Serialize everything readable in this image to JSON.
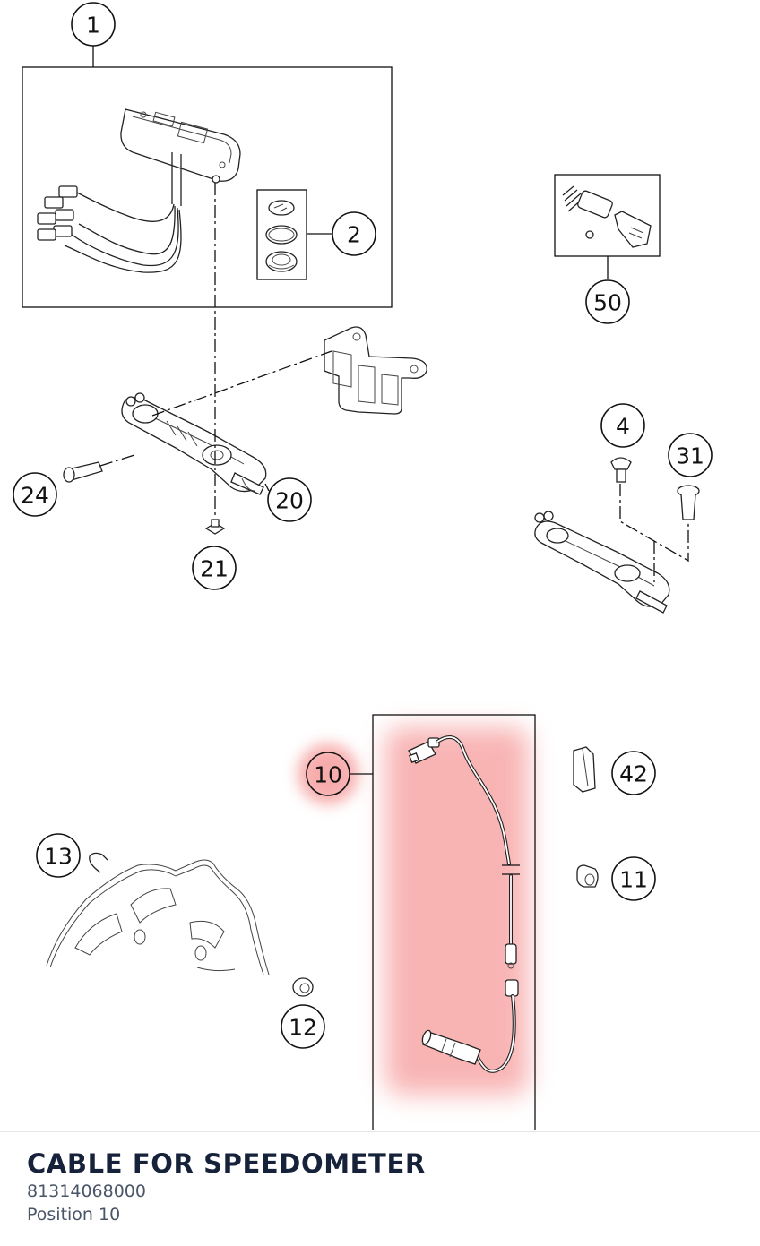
{
  "diagram": {
    "highlight_color": "#f26a6a",
    "callouts": [
      {
        "id": "c1",
        "label": "1"
      },
      {
        "id": "c2",
        "label": "2"
      },
      {
        "id": "c50",
        "label": "50"
      },
      {
        "id": "c4",
        "label": "4"
      },
      {
        "id": "c31",
        "label": "31"
      },
      {
        "id": "c24",
        "label": "24"
      },
      {
        "id": "c20",
        "label": "20"
      },
      {
        "id": "c21",
        "label": "21"
      },
      {
        "id": "c10",
        "label": "10"
      },
      {
        "id": "c42",
        "label": "42"
      },
      {
        "id": "c13",
        "label": "13"
      },
      {
        "id": "c11",
        "label": "11"
      },
      {
        "id": "c12",
        "label": "12"
      }
    ]
  },
  "selected_part": {
    "title": "CABLE FOR SPEEDOMETER",
    "part_number": "81314068000",
    "position": "Position 10"
  }
}
